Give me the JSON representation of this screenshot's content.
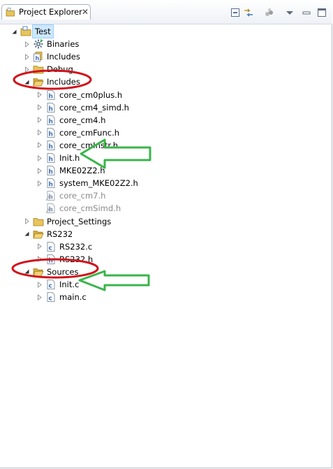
{
  "tab": {
    "title": "Project Explorer",
    "close_glyph": "✕"
  },
  "toolbar": [
    {
      "name": "collapse-all-icon"
    },
    {
      "name": "link-with-editor-icon"
    },
    {
      "name": "filters-icon"
    },
    {
      "name": "view-menu-icon"
    },
    {
      "name": "minimize-icon"
    },
    {
      "name": "maximize-icon"
    }
  ],
  "tree": [
    {
      "label": "Test",
      "level": 0,
      "twisty": "open",
      "icon": "project",
      "selected": true
    },
    {
      "label": "Binaries",
      "level": 1,
      "twisty": "closed",
      "icon": "binaries"
    },
    {
      "label": "Includes",
      "level": 1,
      "twisty": "closed",
      "icon": "includes"
    },
    {
      "label": "Debug",
      "level": 1,
      "twisty": "closed",
      "icon": "folder"
    },
    {
      "label": "Includes",
      "level": 1,
      "twisty": "open",
      "icon": "folder-open"
    },
    {
      "label": "core_cm0plus.h",
      "level": 2,
      "twisty": "closed",
      "icon": "h"
    },
    {
      "label": "core_cm4_simd.h",
      "level": 2,
      "twisty": "closed",
      "icon": "h"
    },
    {
      "label": "core_cm4.h",
      "level": 2,
      "twisty": "closed",
      "icon": "h"
    },
    {
      "label": "core_cmFunc.h",
      "level": 2,
      "twisty": "closed",
      "icon": "h"
    },
    {
      "label": "core_cmInstr.h",
      "level": 2,
      "twisty": "closed",
      "icon": "h"
    },
    {
      "label": "Init.h",
      "level": 2,
      "twisty": "closed",
      "icon": "h"
    },
    {
      "label": "MKE02Z2.h",
      "level": 2,
      "twisty": "closed",
      "icon": "h"
    },
    {
      "label": "system_MKE02Z2.h",
      "level": 2,
      "twisty": "closed",
      "icon": "h"
    },
    {
      "label": "core_cm7.h",
      "level": 2,
      "twisty": "none",
      "icon": "h-missing",
      "dimmed": true
    },
    {
      "label": "core_cmSimd.h",
      "level": 2,
      "twisty": "none",
      "icon": "h-missing",
      "dimmed": true
    },
    {
      "label": "Project_Settings",
      "level": 1,
      "twisty": "closed",
      "icon": "folder"
    },
    {
      "label": "RS232",
      "level": 1,
      "twisty": "open",
      "icon": "folder-open"
    },
    {
      "label": "RS232.c",
      "level": 2,
      "twisty": "closed",
      "icon": "c"
    },
    {
      "label": "RS232.h",
      "level": 2,
      "twisty": "closed",
      "icon": "h"
    },
    {
      "label": "Sources",
      "level": 1,
      "twisty": "open",
      "icon": "folder-open"
    },
    {
      "label": "Init.c",
      "level": 2,
      "twisty": "closed",
      "icon": "c"
    },
    {
      "label": "main.c",
      "level": 2,
      "twisty": "closed",
      "icon": "c"
    }
  ],
  "colors": {
    "annotation_ellipse": "#d0121b",
    "annotation_arrow": "#3ab54a",
    "folder": "#e8c45a",
    "file_badge": "#3b6fb6"
  }
}
